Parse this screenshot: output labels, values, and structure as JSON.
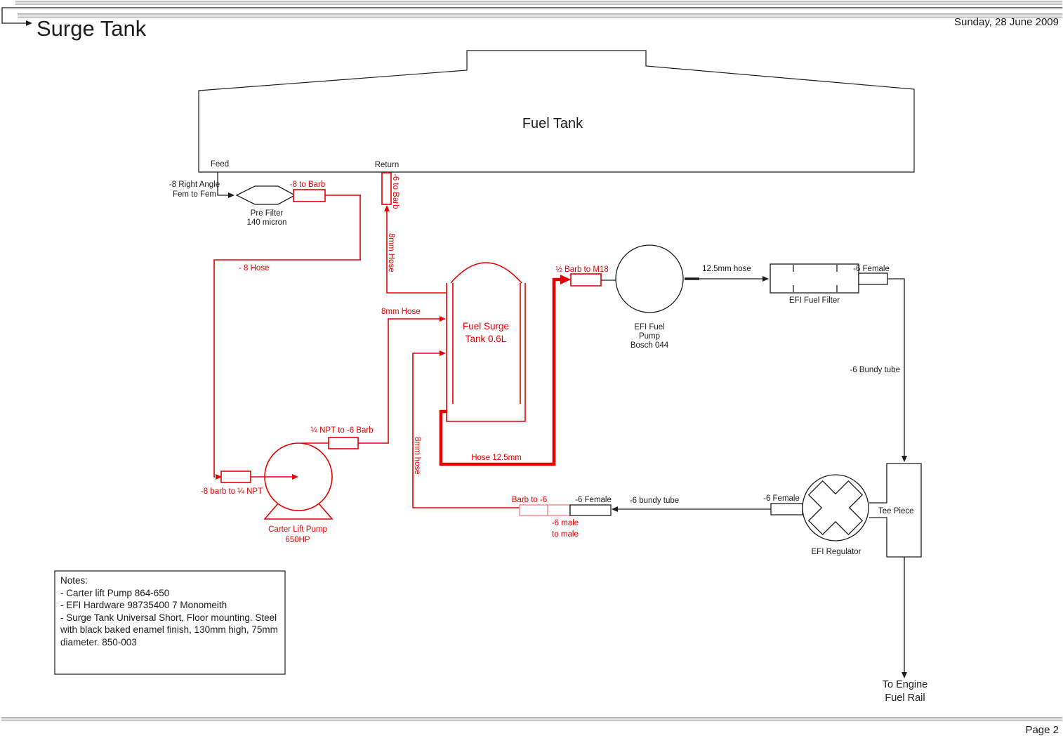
{
  "header": {
    "title": "Surge Tank",
    "date": "Sunday, 28 June 2009"
  },
  "footer": {
    "page": "Page 2"
  },
  "colors": {
    "line_red": "#e60000",
    "light_red": "#f08a8a",
    "line_black": "#1c1c1c",
    "bar_gray": "#c6c6c6"
  },
  "fuel_tank": {
    "label": "Fuel Tank",
    "feed": "Feed",
    "return_label": "Return"
  },
  "feed_path": {
    "right_angle_line1": "-8 Right Angle",
    "right_angle_line2": "Fem to Fem",
    "pre_filter_line1": "Pre Filter",
    "pre_filter_line2": "140 micron",
    "barb8": "-8 to Barb",
    "hose8": "- 8 Hose",
    "barb_npt": "-8 barb to ¼ NPT",
    "pump_line1": "Carter Lift Pump",
    "pump_line2": "650HP",
    "npt_barb": "¼ NPT to -6 Barb",
    "hose8mm_in": "8mm Hose"
  },
  "surge_tank": {
    "line1": "Fuel Surge",
    "line2": "Tank 0.6L"
  },
  "tank_return": {
    "barb6": "-6 to Barb",
    "hose8mm": "8mm Hose"
  },
  "pump_feed": {
    "hose125": "Hose 12.5mm",
    "half_barb": "½ Barb to M18"
  },
  "efi_pump": {
    "line1": "EFI Fuel",
    "line2": "Pump",
    "line3": "Bosch 044",
    "hose": "12.5mm hose"
  },
  "efi_filter": {
    "label": "EFI Fuel Filter",
    "female": "-6 Female",
    "bundy": "-6 Bundy tube"
  },
  "tee": {
    "label": "Tee Piece",
    "to_engine_line1": "To Engine",
    "to_engine_line2": "Fuel Rail"
  },
  "regulator": {
    "label": "EFI Regulator",
    "female": "-6 Female",
    "bundy": "-6 bundy tube"
  },
  "reg_return": {
    "barb": "Barb to -6",
    "female": "-6 Female",
    "male_line1": "-6 male",
    "male_line2": "to male",
    "hose": "8mm hose"
  },
  "notes": {
    "title": "Notes:",
    "line1": "- Carter lift Pump 864-650",
    "line2": "- EFI Hardware 98735400 7 Monomeith",
    "line3": "- Surge Tank Universal Short, Floor mounting. Steel",
    "line4": "with black baked enamel finish, 130mm high, 75mm",
    "line5": "diameter. 850-003"
  }
}
